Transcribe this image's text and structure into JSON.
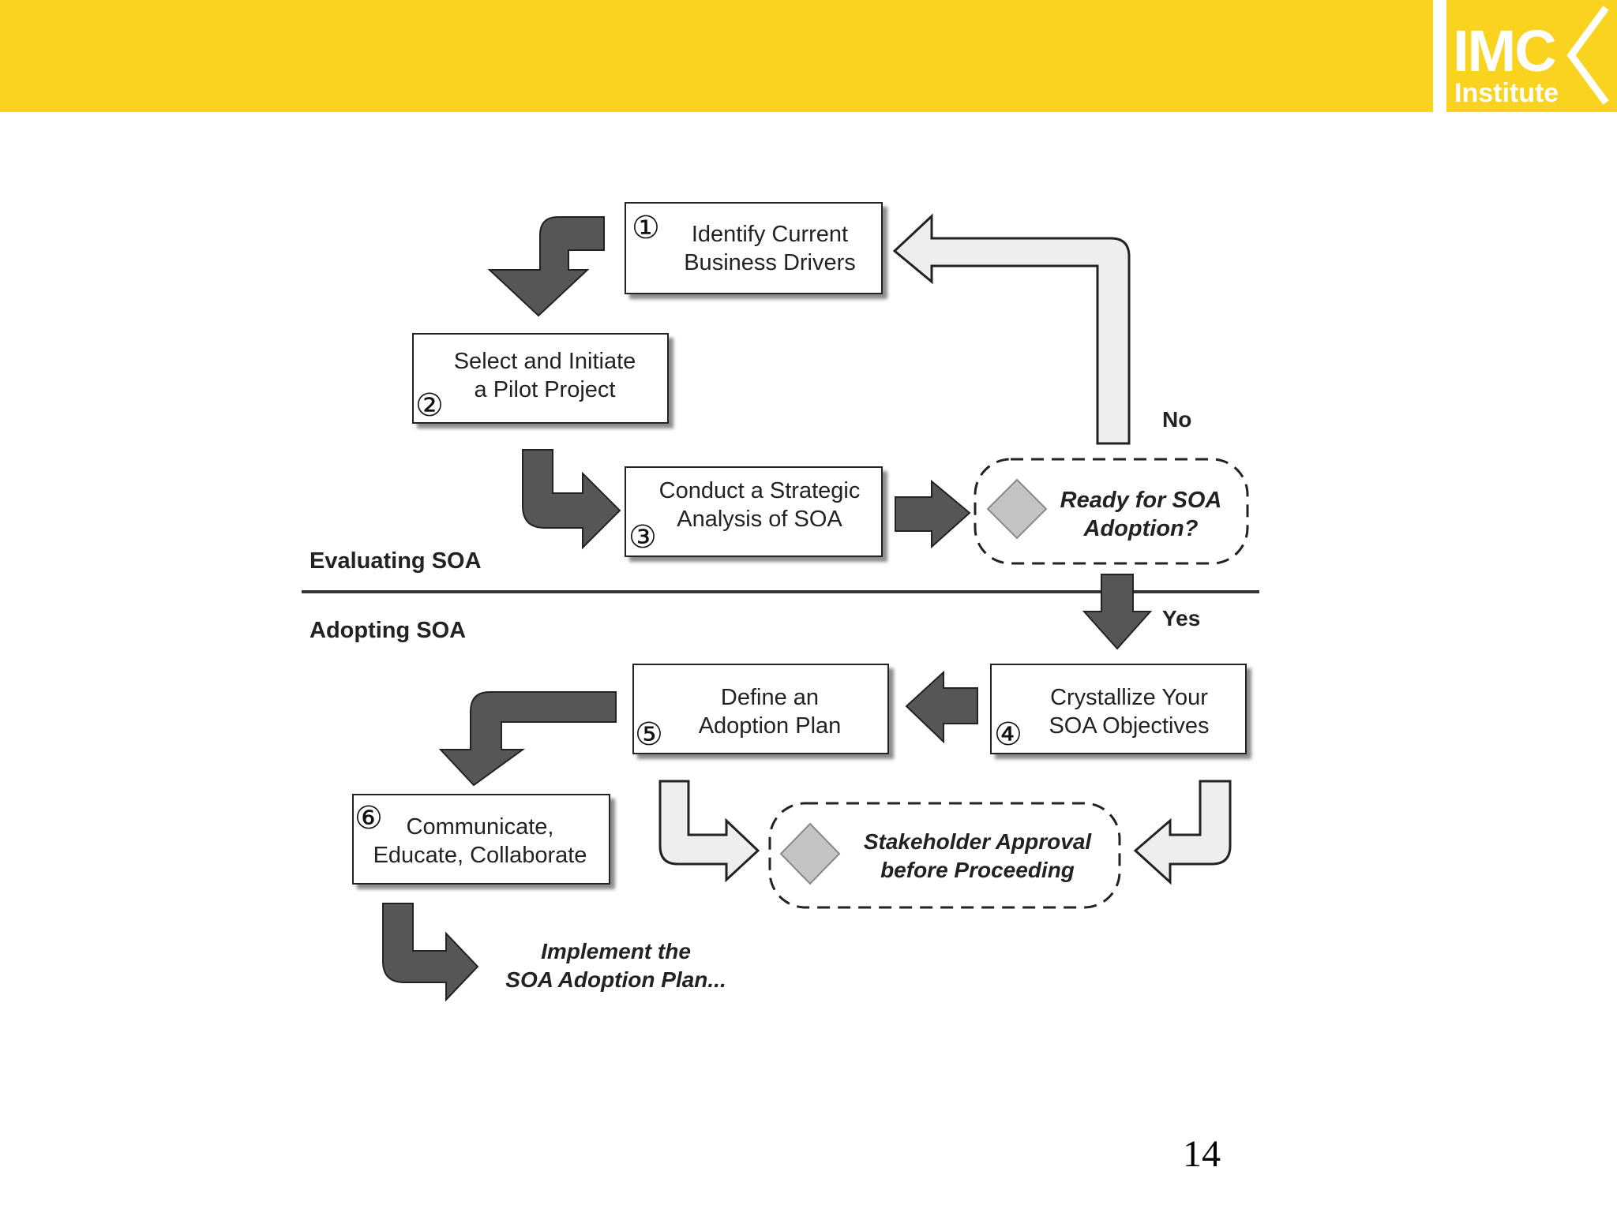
{
  "header": {
    "logo_line1": "IMC",
    "logo_line2": "Institute",
    "bar_color": "#f9d31f"
  },
  "sections": {
    "evaluating": "Evaluating SOA",
    "adopting": "Adopting SOA"
  },
  "steps": [
    {
      "number": "①",
      "line1": "Identify Current",
      "line2": "Business Drivers"
    },
    {
      "number": "②",
      "line1": "Select and Initiate",
      "line2": "a Pilot Project"
    },
    {
      "number": "③",
      "line1": "Conduct a Strategic",
      "line2": "Analysis of SOA"
    },
    {
      "number": "④",
      "line1": "Crystallize Your",
      "line2": "SOA Objectives"
    },
    {
      "number": "⑤",
      "line1": "Define an",
      "line2": "Adoption Plan"
    },
    {
      "number": "⑥",
      "line1": "Communicate,",
      "line2": "Educate, Collaborate"
    }
  ],
  "decisions": {
    "ready": {
      "line1": "Ready for SOA",
      "line2": "Adoption?"
    },
    "approval": {
      "line1": "Stakeholder Approval",
      "line2": "before Proceeding"
    }
  },
  "labels": {
    "no": "No",
    "yes": "Yes"
  },
  "final": {
    "line1": "Implement the",
    "line2": "SOA Adoption Plan..."
  },
  "page_number": "14",
  "colors": {
    "dark_arrow": "#565656",
    "light_arrow": "#eeeeee",
    "diamond": "#c4c4c4"
  }
}
